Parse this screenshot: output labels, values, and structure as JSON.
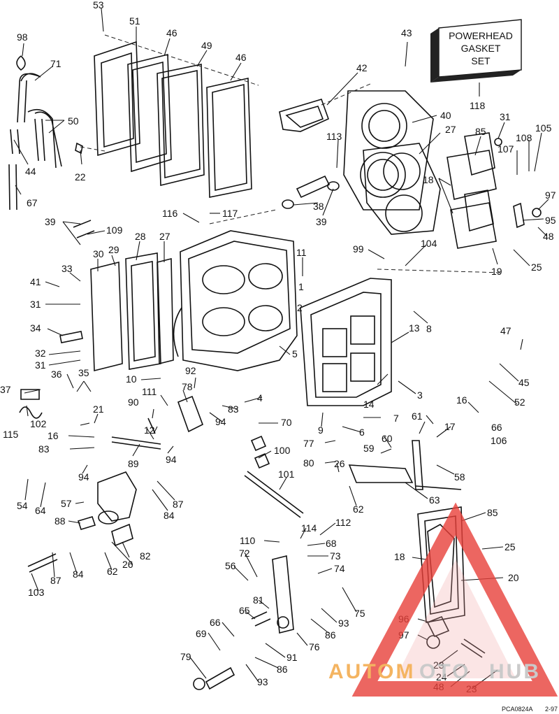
{
  "colors": {
    "ink": "#111111",
    "watermark_red": "#e8403a",
    "watermark_orange": "#f2a23a",
    "watermark_gray": "#bdbdbd"
  },
  "kit_box": {
    "line1": "POWERHEAD",
    "line2": "GASKET",
    "line3": "SET",
    "number": "118"
  },
  "watermark": {
    "text_left": "AUTOM",
    "text_mid": "OTO",
    "text_right": "HUB"
  },
  "figure_code": "PCA0824A",
  "figure_date": "2-97",
  "labels": {
    "l53": "53",
    "l51": "51",
    "l46a": "46",
    "l49": "49",
    "l46b": "46",
    "l98": "98",
    "l71": "71",
    "l50": "50",
    "l44": "44",
    "l22": "22",
    "l67": "67",
    "l42": "42",
    "l43": "43",
    "l40": "40",
    "l27a": "27",
    "l113": "113",
    "l31a": "31",
    "l85a": "85",
    "l108": "108",
    "l105": "105",
    "l107": "107",
    "l18a": "18",
    "l38": "38",
    "l39a": "39",
    "l97a": "97",
    "l95": "95",
    "l48a": "48",
    "l116": "116",
    "l117": "117",
    "l39b": "39",
    "l109": "109",
    "l28": "28",
    "l27b": "27",
    "l30": "30",
    "l29": "29",
    "l11": "11",
    "l99": "99",
    "l104": "104",
    "l19": "19",
    "l25a": "25",
    "l33": "33",
    "l41": "41",
    "l1": "1",
    "l31b": "31",
    "l2": "2",
    "l8": "8",
    "l34": "34",
    "l13": "13",
    "l32": "32",
    "l31c": "31",
    "l47": "47",
    "l5": "5",
    "l36": "36",
    "l35": "35",
    "l92": "92",
    "l10": "10",
    "l45": "45",
    "l37": "37",
    "l111": "111",
    "l78": "78",
    "l90": "90",
    "l4": "4",
    "l3": "3",
    "l52": "52",
    "l115": "115",
    "l21": "21",
    "l83a": "83",
    "l14": "14",
    "l7": "7",
    "l16a": "16",
    "l102": "102",
    "l94a": "94",
    "l70": "70",
    "l61": "61",
    "l66": "66",
    "l12": "12",
    "l9": "9",
    "l6": "6",
    "l16b": "16",
    "l106": "106",
    "l17": "17",
    "l83b": "83",
    "l77": "77",
    "l60": "60",
    "l100": "100",
    "l59": "59",
    "l89": "89",
    "l94b": "94",
    "l26a": "26",
    "l80": "80",
    "l94c": "94",
    "l58": "58",
    "l101": "101",
    "l54": "54",
    "l64": "64",
    "l87a": "87",
    "l62a": "62",
    "l63": "63",
    "l57": "57",
    "l84a": "84",
    "l85b": "85",
    "l88": "88",
    "l112": "112",
    "l114": "114",
    "l110": "110",
    "l68": "68",
    "l25b": "25",
    "l72": "72",
    "l73": "73",
    "l26b": "26",
    "l82": "82",
    "l18b": "18",
    "l74": "74",
    "l56": "56",
    "l20": "20",
    "l62b": "62",
    "l87b": "87",
    "l84b": "84",
    "l75": "75",
    "l103": "103",
    "l81": "81",
    "l65": "65",
    "l93a": "93",
    "l96": "96",
    "l86a": "86",
    "l66b": "66",
    "l97b": "97",
    "l69": "69",
    "l76": "76",
    "l91": "91",
    "l23a": "23",
    "l24": "24",
    "l79": "79",
    "l86b": "86",
    "l93b": "93",
    "l48b": "48",
    "l23b": "23"
  }
}
